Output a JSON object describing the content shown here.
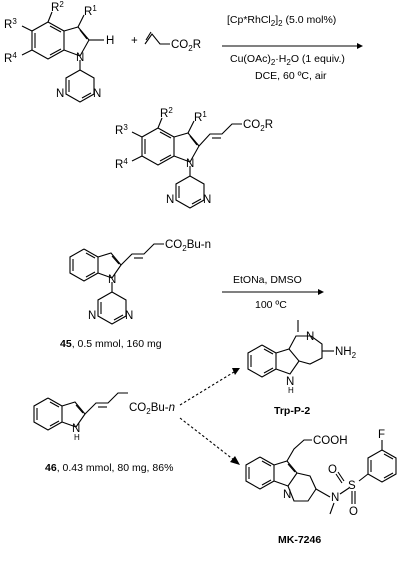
{
  "scheme1": {
    "reactant": {
      "R2": "R",
      "R2_sub": "2",
      "R1": "R",
      "R1_sub": "1",
      "R3": "R",
      "R3_sub": "3",
      "R4": "R",
      "R4_sub": "4",
      "H": "H",
      "N": "N"
    },
    "plus": "+",
    "acrylate": {
      "label": "CO",
      "sub": "2",
      "R": "R"
    },
    "conditions": {
      "catalyst_a": "[Cp*RhCl",
      "catalyst_sub1": "2",
      "catalyst_b": "]",
      "catalyst_sub2": "2",
      "catalyst_c": " (5.0 mol%)",
      "oxidant_a": "Cu(OAc)",
      "oxidant_sub1": "2",
      "oxidant_b": "·H",
      "oxidant_sub2": "2",
      "oxidant_c": "O (1 equiv.)",
      "solvent": "DCE, 60 ºC, air"
    },
    "product": {
      "R2": "R",
      "R2_sub": "2",
      "R1": "R",
      "R1_sub": "1",
      "R3": "R",
      "R3_sub": "3",
      "R4": "R",
      "R4_sub": "4",
      "ester": "CO",
      "ester_sub": "2",
      "ester_R": "R",
      "N": "N"
    }
  },
  "scheme2": {
    "compound45": {
      "ester": "CO",
      "ester_sub": "2",
      "ester_tail": "Bu-n",
      "N": "N",
      "label": "45",
      "caption": ", 0.5 mmol, 160 mg"
    },
    "conditions": {
      "line1": "EtONa, DMSO",
      "line2": "100 ºC"
    },
    "compound46": {
      "ester": "CO",
      "ester_sub": "2",
      "ester_tail": "Bu-",
      "ester_italic": "n",
      "N": "N",
      "H": "H",
      "label": "46",
      "caption": ", 0.43 mmol, 80 mg, 86%"
    },
    "trp": {
      "N": "N",
      "NH": "NH",
      "NH_sub": "2",
      "H": "H",
      "label": "Trp-P-2"
    },
    "mk": {
      "acid": "COOH",
      "F": "F",
      "N": "N",
      "S": "S",
      "O": "O",
      "label": "MK-7246"
    }
  }
}
